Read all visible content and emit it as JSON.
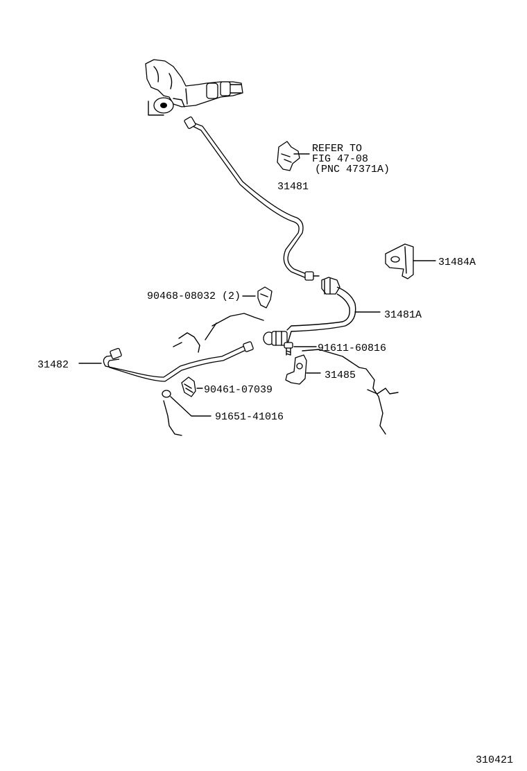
{
  "callouts": {
    "pipe_31481": "31481",
    "bracket_31484a": "31484A",
    "hose_31481a": "31481A",
    "clip_90468": "90468-08032 (2)",
    "bolt_91611": "91611-60816",
    "pipe_31482": "31482",
    "bracket_31485": "31485",
    "clip_90461": "90461-07039",
    "bolt_91651": "91651-41016"
  },
  "reference_note": {
    "line1": "REFER TO",
    "line2": "FIG 47-08",
    "line3": "(PNC 47371A)"
  },
  "illustration_number": "310421"
}
